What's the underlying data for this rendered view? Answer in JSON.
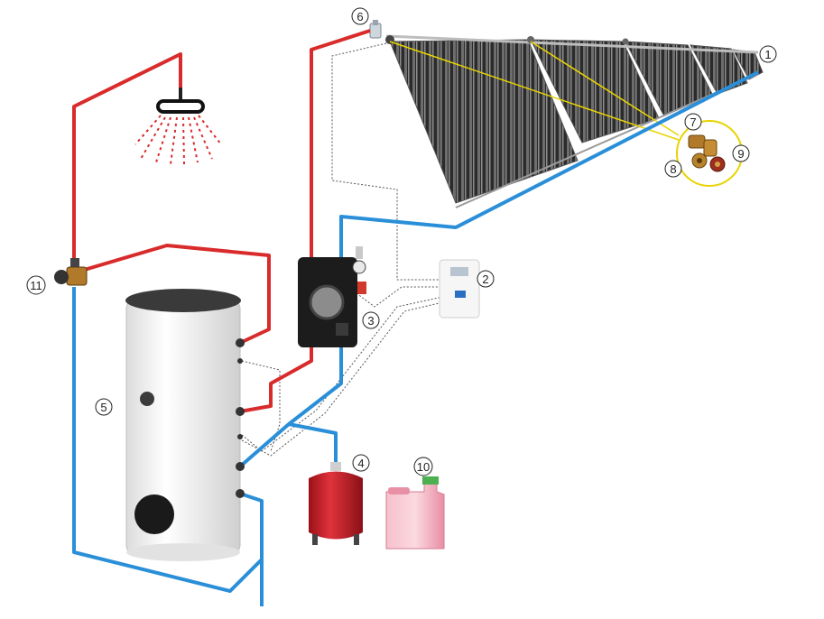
{
  "callouts": {
    "c1": "1",
    "c2": "2",
    "c3": "3",
    "c4": "4",
    "c5": "5",
    "c6": "6",
    "c7": "7",
    "c8": "8",
    "c9": "9",
    "c10": "10",
    "c11": "11"
  },
  "colors": {
    "hot_pipe": "#d92b2b",
    "cold_pipe": "#2a8fd8",
    "signal_wire": "#555555",
    "sensor_link": "#e8d400",
    "tank_body": "#f2f2f2",
    "tank_lid": "#3a3a3a",
    "expansion_vessel": "#c8202a",
    "antifreeze_canister": "#f4a6b8",
    "collector_tubes": "#3b3b3b"
  },
  "icons": {
    "shower": "shower-head-icon",
    "collector": "vacuum-tube-collector",
    "controller": "controller-unit",
    "pump_station": "pump-station",
    "tank": "boiler-tank",
    "vessel": "expansion-vessel",
    "canister": "antifreeze-canister",
    "mixing_valve": "thermostatic-mixing-valve",
    "air_vent": "air-vent-valve",
    "fittings": "brass-fittings"
  }
}
